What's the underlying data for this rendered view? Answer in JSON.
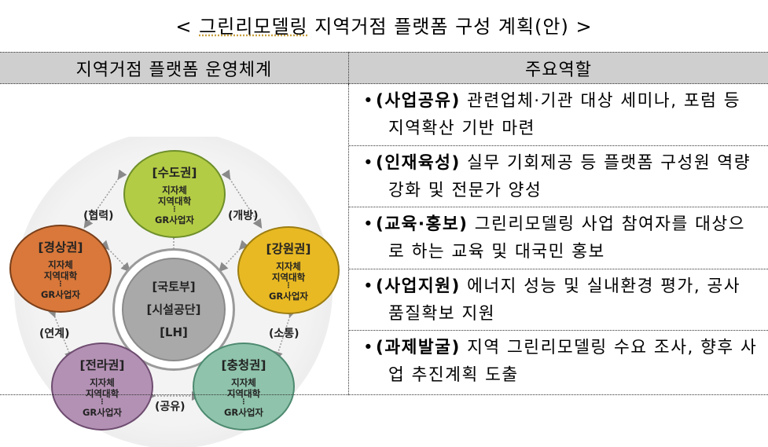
{
  "title": {
    "prefix": "< ",
    "underlined": "그린리모델링",
    "rest": " 지역거점 플랫폼 구성 계획(안) >"
  },
  "table": {
    "headers": [
      "지역거점 플랫폼 운영체계",
      "주요역할"
    ],
    "roles": [
      {
        "bullet": "•",
        "label": "(사업공유)",
        "text": " 관련업체·기관 대상 세미나, 포럼 등 지역확산 기반 마련"
      },
      {
        "bullet": "•",
        "label": "(인재육성)",
        "text": " 실무 기회제공 등 플랫폼 구성원 역량강화 및 전문가 양성"
      },
      {
        "bullet": "•",
        "label": "(교육·홍보)",
        "text": " 그린리모델링 사업 참여자를 대상으로 하는 교육 및 대국민 홍보"
      },
      {
        "bullet": "•",
        "label": "(사업지원)",
        "text": " 에너지 성능 및 실내환경 평가, 공사 품질확보 지원"
      },
      {
        "bullet": "•",
        "label": "(과제발굴)",
        "text": " 지역 그린리모델링 수요 조사, 향후 사업 추진계획 도출"
      }
    ]
  },
  "diagram": {
    "center": {
      "lines": [
        "[국토부]",
        "[시설공단]",
        "[LH]"
      ],
      "color": "#a9a9a9"
    },
    "nodes": [
      {
        "id": "sudo",
        "title": "[수도권]",
        "line1": "지자체",
        "line2": "지역대학",
        "dots": "⋮",
        "line3": "GR사업자",
        "color": "#b3cc45",
        "border": "#6e8f2a"
      },
      {
        "id": "gangwon",
        "title": "[강원권]",
        "line1": "지자체",
        "line2": "지역대학",
        "dots": "⋮",
        "line3": "GR사업자",
        "color": "#e8b923",
        "border": "#9c7d12"
      },
      {
        "id": "chungcheong",
        "title": "[충청권]",
        "line1": "지자체",
        "line2": "지역대학",
        "dots": "⋮",
        "line3": "GR사업자",
        "color": "#8fc3ab",
        "border": "#4d8a70"
      },
      {
        "id": "jeolla",
        "title": "[전라권]",
        "line1": "지자체",
        "line2": "지역대학",
        "dots": "⋮",
        "line3": "GR사업자",
        "color": "#b391b4",
        "border": "#6e4c70"
      },
      {
        "id": "gyeongsang",
        "title": "[경상권]",
        "line1": "지자체",
        "line2": "지역대학",
        "dots": "⋮",
        "line3": "GR사업자",
        "color": "#d9783a",
        "border": "#7a3f1a"
      }
    ],
    "relations": [
      "(협력)",
      "(개방)",
      "(소통)",
      "(공유)",
      "(연계)"
    ]
  }
}
